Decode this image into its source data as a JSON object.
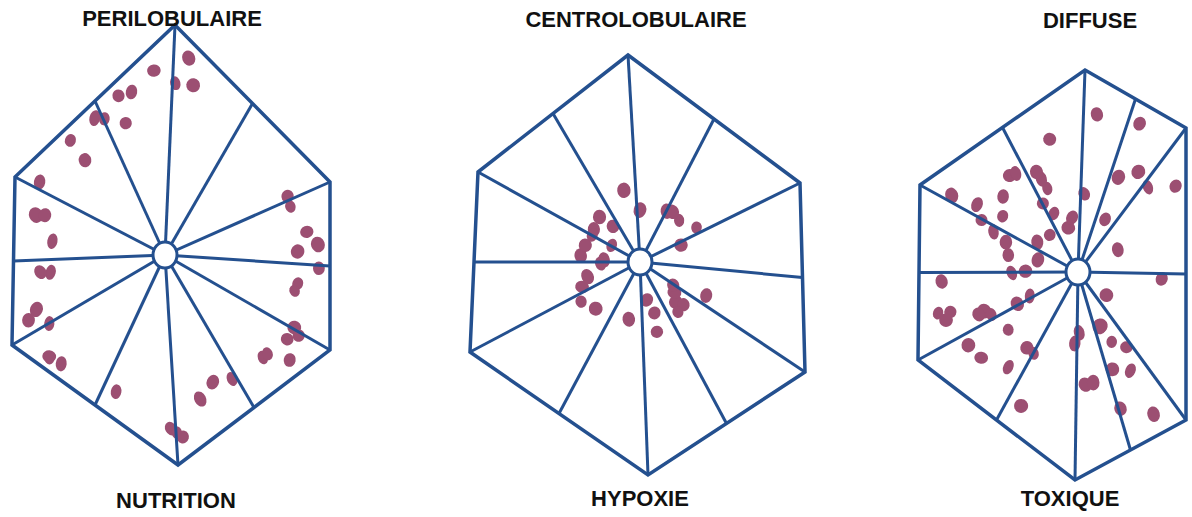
{
  "diagram": {
    "labels": [
      "PERILOBULAIRE",
      "CENTROLOBULAIRE",
      "DIFFUSE",
      "NUTRITION",
      "HYPOXIE",
      "TOXIQUE"
    ]
  }
}
